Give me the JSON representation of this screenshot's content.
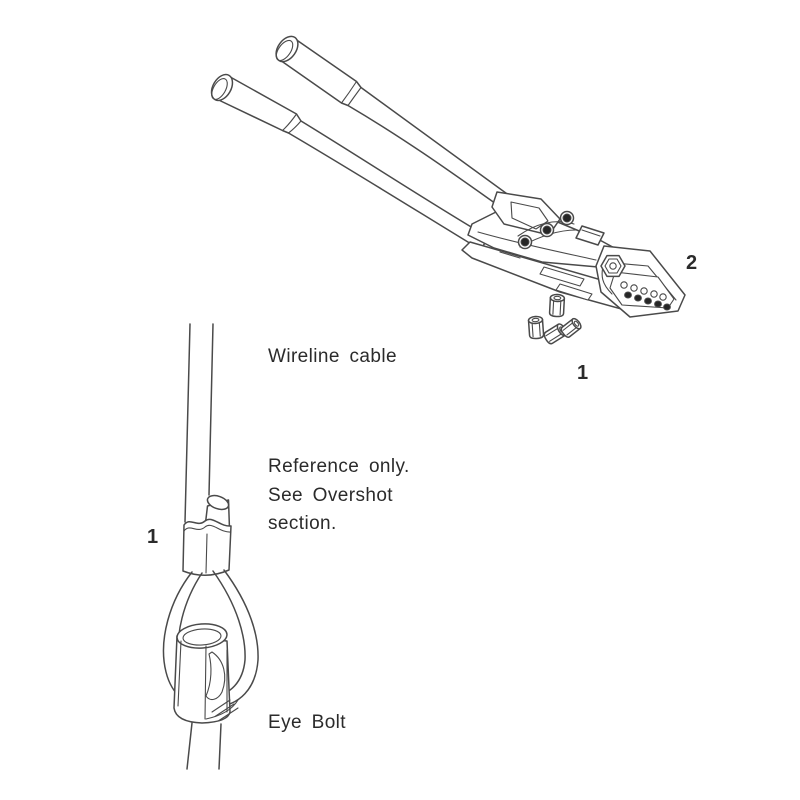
{
  "labels": {
    "wireline_cable": "Wireline cable",
    "reference_note_line1": "Reference only.",
    "reference_note_line2": "See Overshot",
    "reference_note_line3": "section.",
    "eye_bolt": "Eye Bolt",
    "callout_tool": "2",
    "callout_ferrules": "1",
    "callout_cable_sleeve": "1"
  },
  "colors": {
    "background": "#ffffff",
    "line": "#4a4a4a",
    "dark_fill": "#262626",
    "text": "#2b2b2b"
  }
}
